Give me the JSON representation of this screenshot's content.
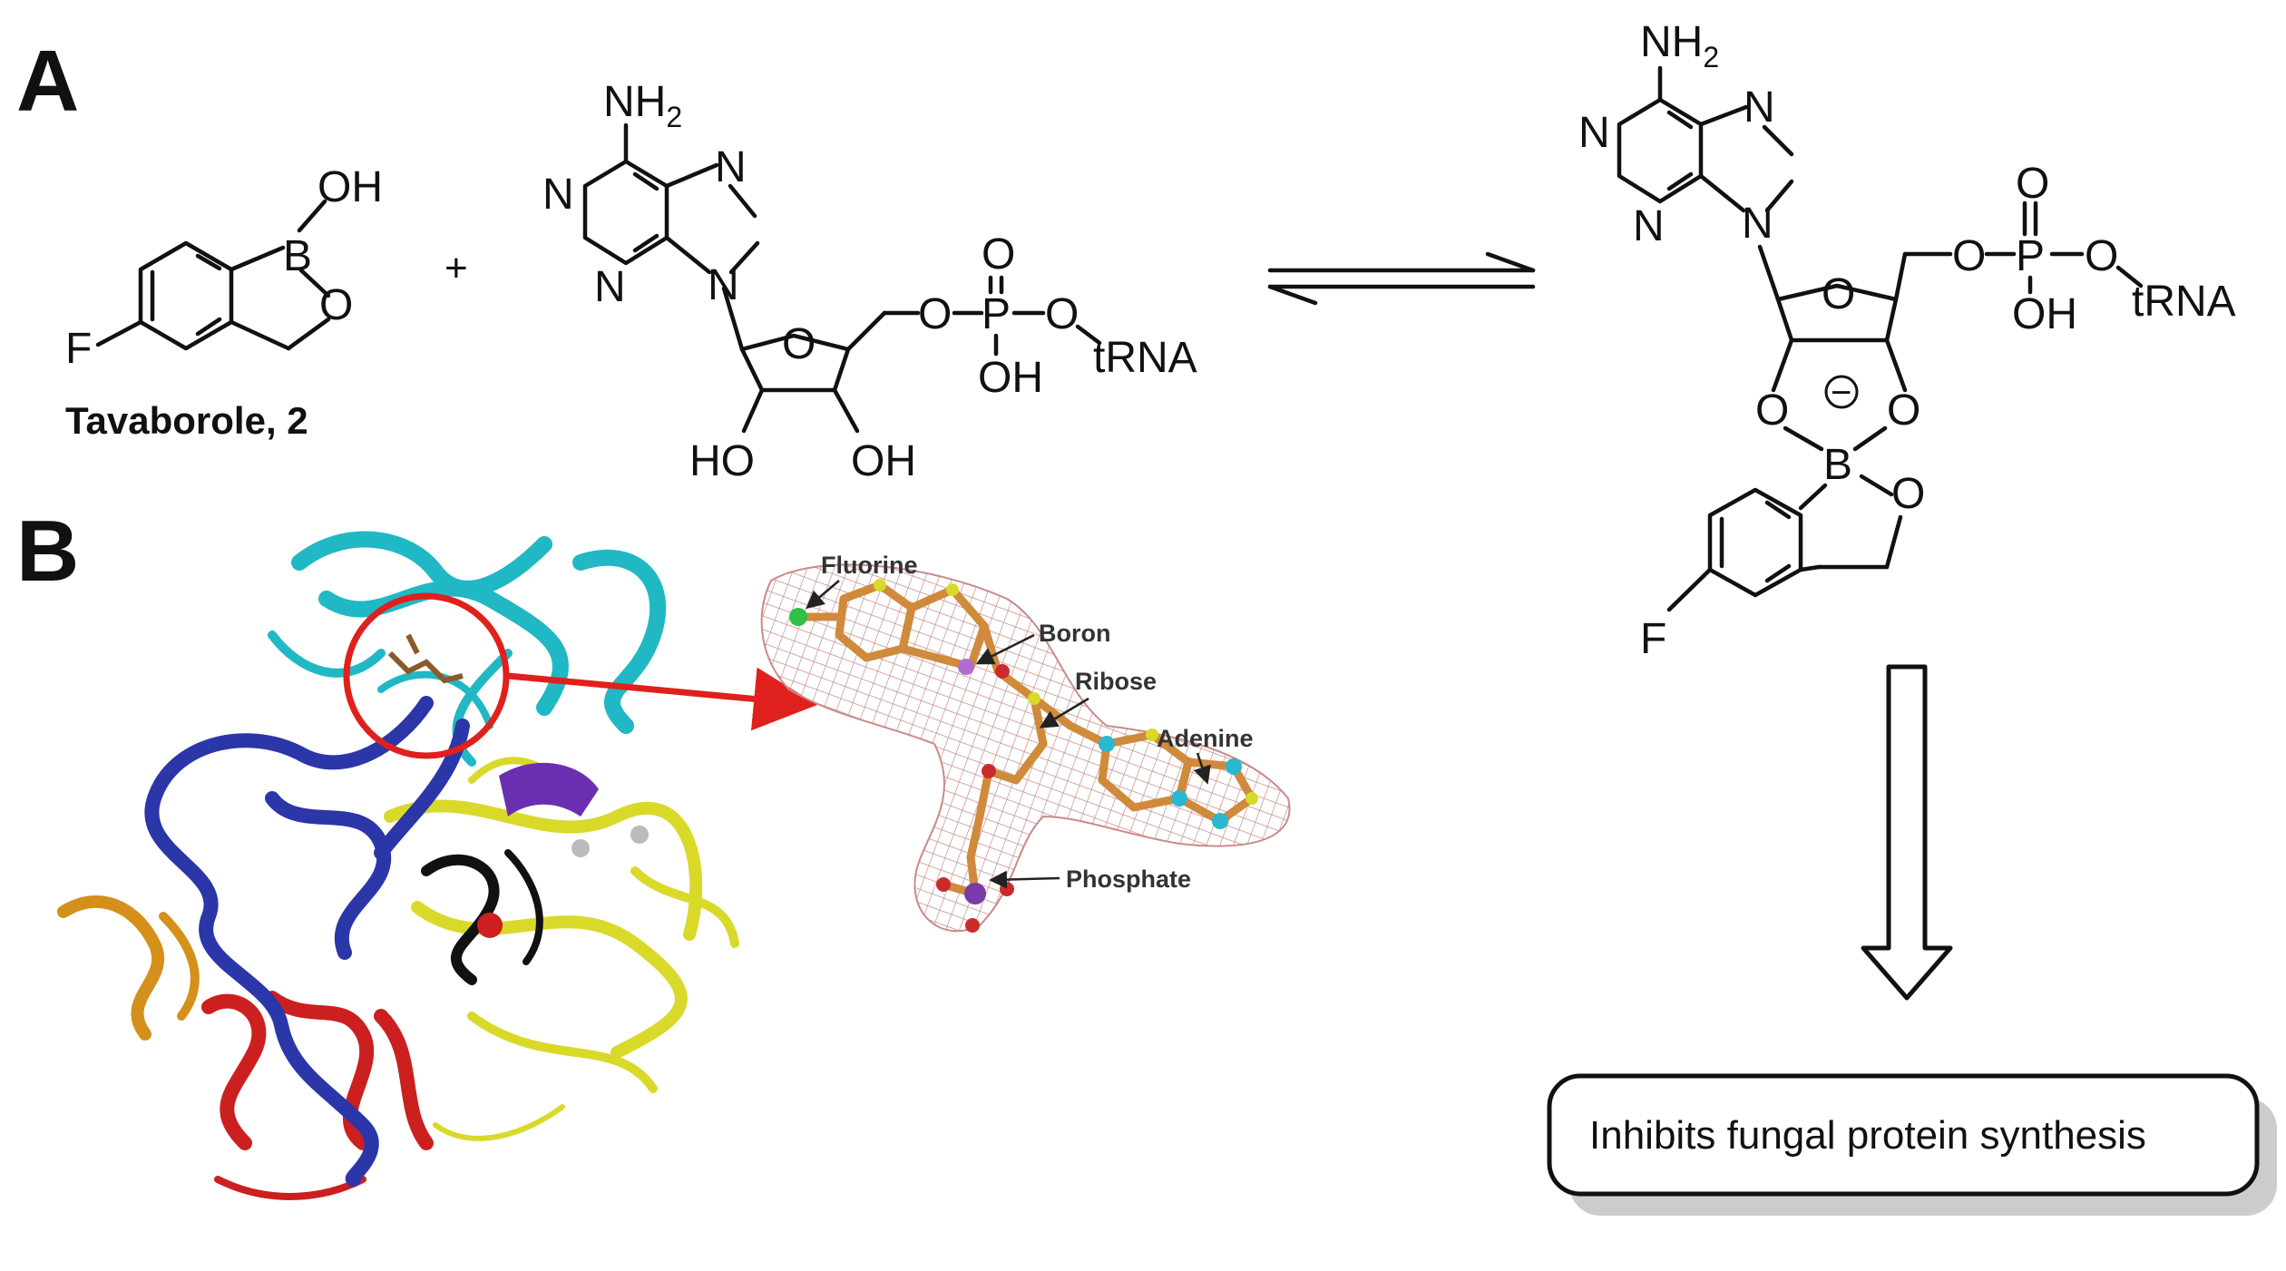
{
  "panels": {
    "a": "A",
    "b": "B"
  },
  "reaction": {
    "plus": "+",
    "tavaborole_caption": "Tavaborole, 2",
    "atoms": {
      "oh": "OH",
      "b": "B",
      "o": "O",
      "f": "F",
      "nh": "NH",
      "sub2": "2",
      "n": "N",
      "p": "P",
      "ho": "HO",
      "trna": "tRNA",
      "minus": "−"
    }
  },
  "structure": {
    "labels": {
      "fluorine": "Fluorine",
      "boron": "Boron",
      "ribose": "Ribose",
      "adenine": "Adenine",
      "phosphate": "Phosphate"
    }
  },
  "outcome": {
    "text": "Inhibits fungal protein synthesis"
  },
  "colors": {
    "protein_cyan": "#20b8c4",
    "rna_blue": "#2b36a8",
    "protein_yellow": "#d9d92a",
    "protein_red": "#cc1f1f",
    "protein_orange": "#d4901a",
    "protein_purple": "#6a2fb0",
    "highlight_red": "#e0201c",
    "ligand_orange": "#cf8a3c",
    "density_mesh": "#c98a8a"
  }
}
